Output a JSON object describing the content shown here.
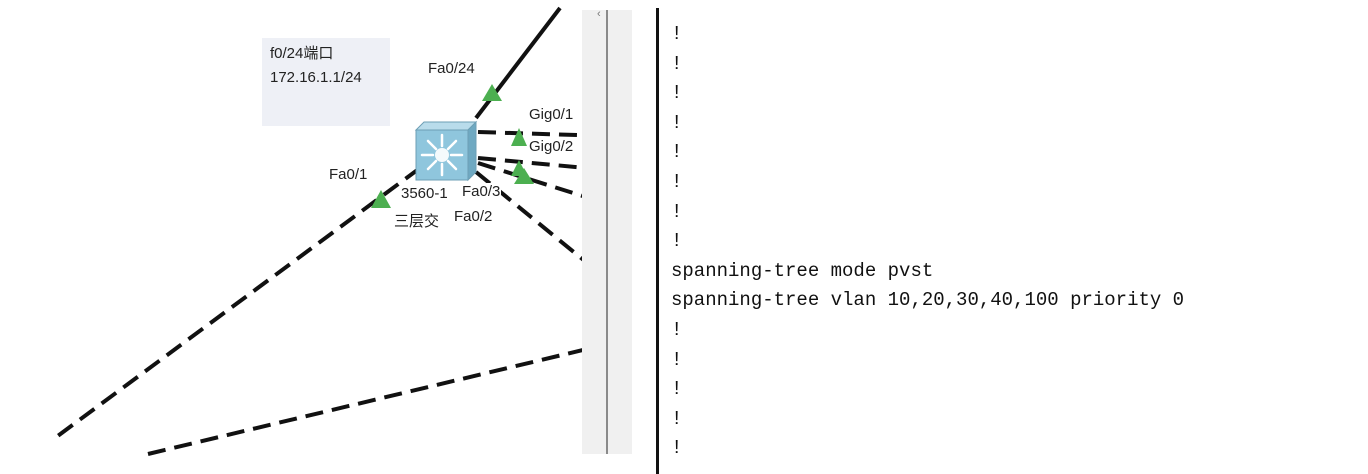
{
  "topology": {
    "note_lines": [
      "f0/24端口",
      "172.16.1.1/24"
    ],
    "device": {
      "name_line1": "3560-1",
      "name_line2": "三层交"
    },
    "ports": {
      "fa0_24": "Fa0/24",
      "gig0_1": "Gig0/1",
      "gig0_2": "Gig0/2",
      "fa0_1": "Fa0/1",
      "fa0_3": "Fa0/3",
      "fa0_2": "Fa0/2"
    },
    "colors": {
      "link": "#111111",
      "port_up": "#4caf50",
      "switch_body": "#8fc6dd"
    }
  },
  "cli": {
    "lines": [
      "!",
      "!",
      "!",
      "!",
      "!",
      "!",
      "!",
      "!",
      "spanning-tree mode pvst",
      "spanning-tree vlan 10,20,30,40,100 priority 0",
      "!",
      "!",
      "!",
      "!",
      "!"
    ]
  }
}
